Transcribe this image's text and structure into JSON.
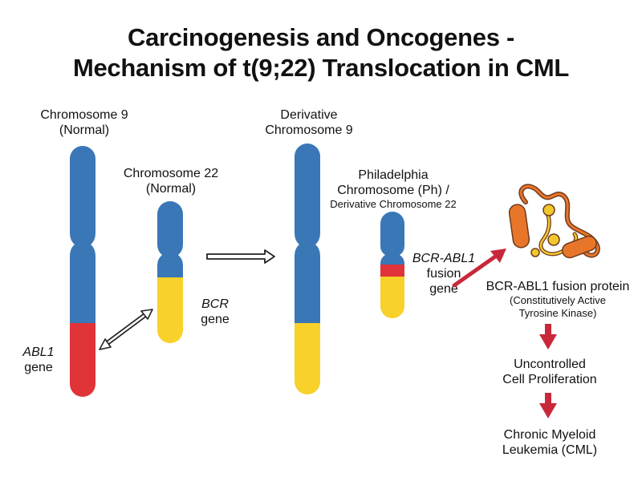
{
  "title": {
    "line1": "Carcinogenesis and Oncogenes -",
    "line2": "Mechanism of t(9;22) Translocation in CML"
  },
  "chr9_normal": {
    "name": "Chromosome 9",
    "state": "(Normal)"
  },
  "chr22_normal": {
    "name": "Chromosome 22",
    "state": "(Normal)"
  },
  "der9": {
    "line1": "Derivative",
    "line2": "Chromosome 9"
  },
  "ph": {
    "line1": "Philadelphia",
    "line2": "Chromosome (Ph) /",
    "line3": "Derivative Chromosome 22"
  },
  "abl1_gene": {
    "name": "ABL1",
    "suffix": "gene"
  },
  "bcr_gene": {
    "name": "BCR",
    "suffix": "gene"
  },
  "fusion_gene": {
    "name": "BCR-ABL1",
    "line2": "fusion",
    "line3": "gene"
  },
  "fusion_protein": {
    "line1": "BCR-ABL1 fusion protein",
    "line2": "(Constitutively Active",
    "line3": "Tyrosine Kinase)"
  },
  "proliferation": {
    "line1": "Uncontrolled",
    "line2": "Cell Proliferation"
  },
  "cml": {
    "line1": "Chronic Myeloid",
    "line2": "Leukemia (CML)"
  },
  "colors": {
    "chromosome_blue": "#3a77b7",
    "abl1_red": "#e03438",
    "bcr_yellow": "#f8d12a",
    "arrow_red": "#c8283a",
    "protein_orange": "#e8762a"
  }
}
